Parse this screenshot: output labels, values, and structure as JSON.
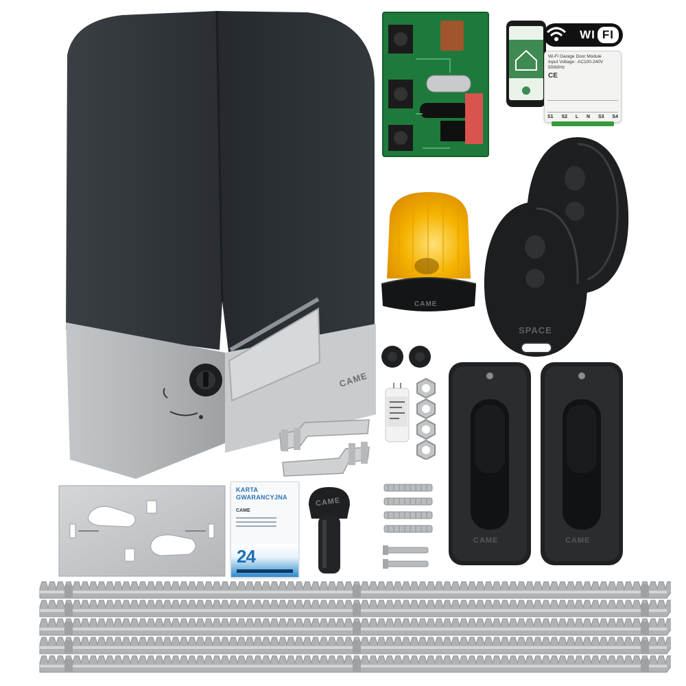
{
  "product": {
    "brand": "CAME",
    "motor_label": "CAME",
    "lamp_label": "CAME",
    "remote_label": "SPACE",
    "photocell_label": "CAME",
    "key_label": "CAME"
  },
  "wifi": {
    "badge_left": "WI",
    "badge_right": "FI",
    "module_title": "Wi-Fi Garage Door Module",
    "module_voltage": "Input Voltage : AC100-240V",
    "module_freq": "50/60Hz",
    "module_cert": "CE",
    "terminals": [
      "S1",
      "S2",
      "L",
      "N",
      "S3",
      "S4"
    ]
  },
  "warranty": {
    "title_line1": "KARTA",
    "title_line2": "GWARANCYJNA",
    "brand": "CAME",
    "badge_number": "24"
  },
  "colors": {
    "motor_cover": "#2f3337",
    "motor_base": "#b9bcbf",
    "lamp_amber": "#f5a500",
    "pcb_green": "#1e7a3c",
    "card_blue": "#2a72b5",
    "rack_steel": "#b0b2b4"
  }
}
